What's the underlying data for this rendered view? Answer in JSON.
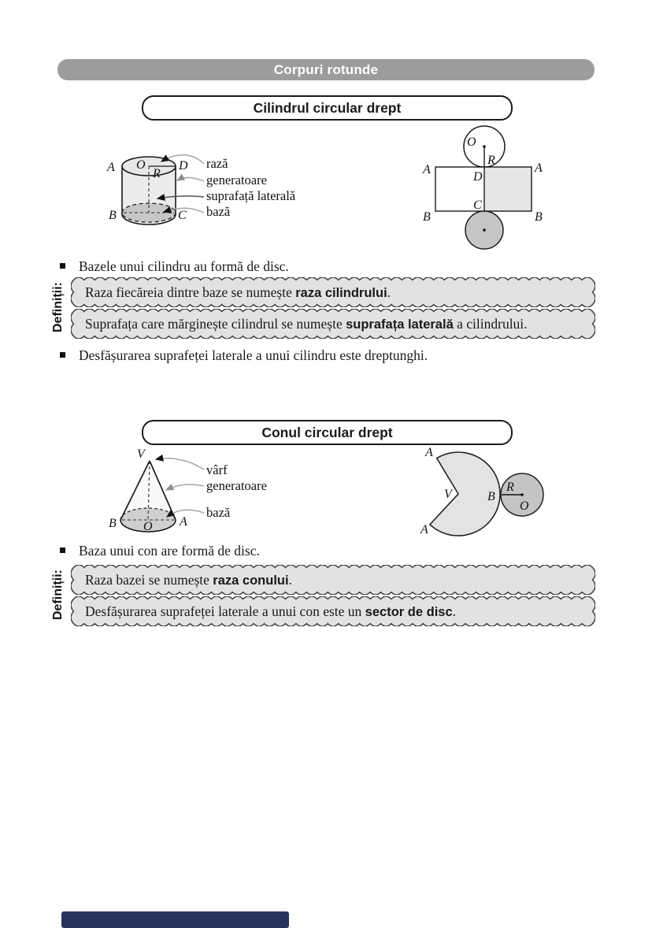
{
  "header": {
    "title": "Corpuri rotunde"
  },
  "colors": {
    "header_bar": "#9c9c9c",
    "definition_box_fill": "#e2e2e2",
    "footer_bar": "#26335b",
    "shape_light": "#e8e8e8",
    "shape_mid": "#cfcfcf",
    "shape_dark": "#c4c4c4"
  },
  "cylinder": {
    "title": "Cilindrul circular drept",
    "solid_labels": {
      "A": "A",
      "O": "O",
      "R": "R",
      "D": "D",
      "B": "B",
      "C": "C"
    },
    "callouts": {
      "raza": "rază",
      "generatoare": "generatoare",
      "suprafata": "suprafață laterală",
      "baza": "bază"
    },
    "net_labels": {
      "O": "O",
      "R": "R",
      "A_left": "A",
      "A_right": "A",
      "D": "D",
      "C": "C",
      "B_left": "B",
      "B_right": "B"
    },
    "bullet_top": "Bazele unui cilindru au formă de disc.",
    "bullet_bottom": "Desfășurarea suprafeței laterale a unui cilindru este dreptunghi.",
    "definitions_label": "Definiții:",
    "definitions": [
      {
        "pre": "Raza fiecăreia dintre baze se numește ",
        "bold": "raza cilindrului",
        "post": "."
      },
      {
        "pre": "Suprafața care mărginește cilindrul se numește ",
        "bold": "suprafața laterală",
        "post": " a cilindrului."
      }
    ]
  },
  "cone": {
    "title": "Conul circular drept",
    "solid_labels": {
      "V": "V",
      "B": "B",
      "O": "O",
      "A": "A"
    },
    "callouts": {
      "varf": "vârf",
      "generatoare": "generatoare",
      "baza": "bază"
    },
    "net_labels": {
      "A_top": "A",
      "A_bottom": "A",
      "V": "V",
      "B": "B",
      "R": "R",
      "O": "O"
    },
    "bullet_top": "Baza unui con are formă de disc.",
    "definitions_label": "Definiții:",
    "definitions": [
      {
        "pre": "Raza bazei se numește ",
        "bold": "raza conului",
        "post": "."
      },
      {
        "pre": "Desfășurarea suprafeței laterale a unui con este un ",
        "bold": "sector de disc",
        "post": "."
      }
    ]
  }
}
